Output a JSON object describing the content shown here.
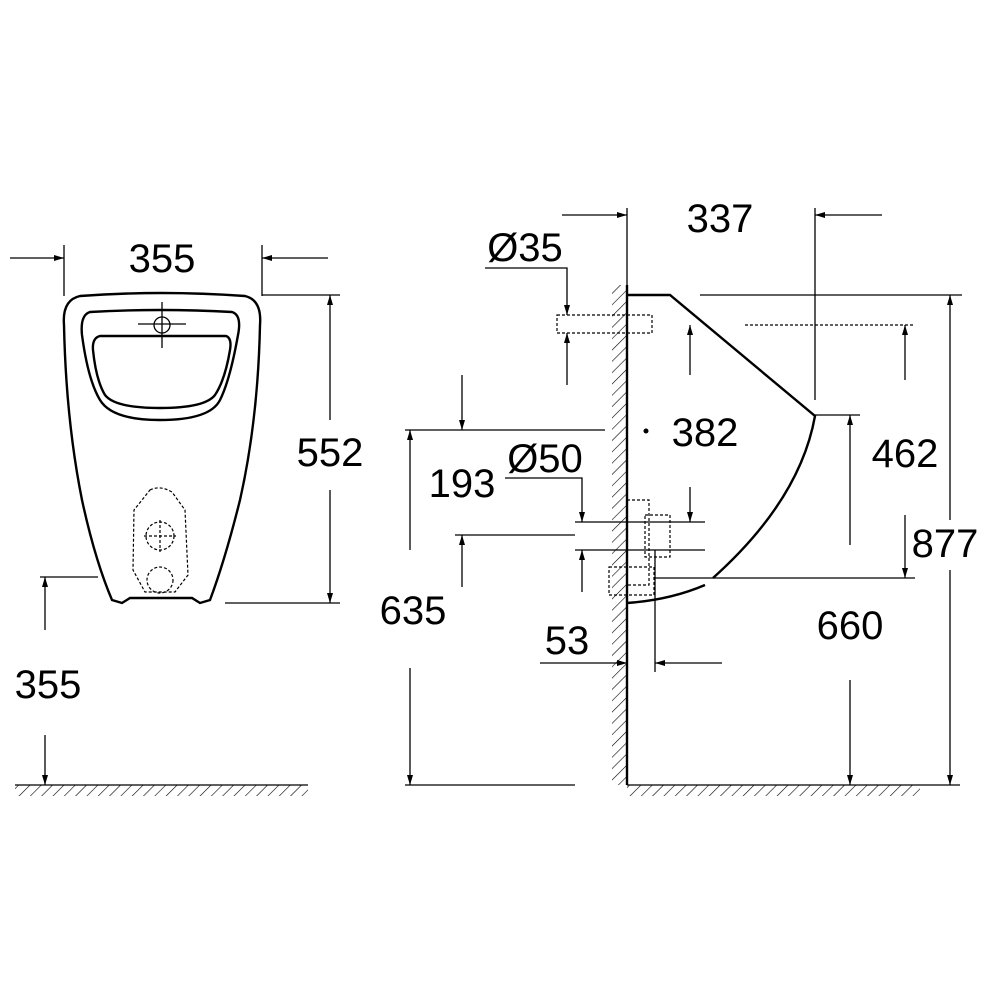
{
  "drawing": {
    "front_view": {
      "width_label": "355",
      "height_label": "552",
      "mount_height_label": "355"
    },
    "side_view": {
      "inlet_diameter_label": "Ø35",
      "depth_label": "337",
      "inlet_offset_label": "382",
      "rim_height_label": "462",
      "outlet_spacing_label": "193",
      "outlet_diameter_label": "Ø50",
      "total_height_label": "877",
      "outlet_height_label": "635",
      "bottom_height_label": "660",
      "outlet_projection_label": "53"
    },
    "line_color": "#000000"
  }
}
